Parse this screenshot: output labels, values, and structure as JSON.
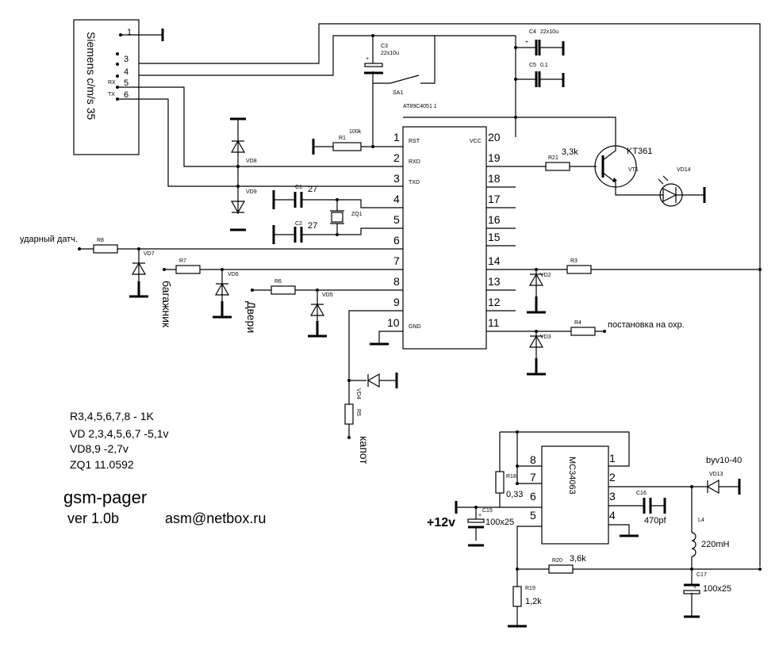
{
  "phone": {
    "label": "Siemens c/m/s 35",
    "pins": [
      "1",
      "3",
      "4",
      "5",
      "6"
    ],
    "rx": "RX",
    "tx": "TX"
  },
  "mcu": {
    "name": "AT89C4051 1",
    "left_pins": [
      "1",
      "2",
      "3",
      "4",
      "5",
      "6",
      "7",
      "8",
      "9",
      "10"
    ],
    "right_pins": [
      "20",
      "19",
      "18",
      "17",
      "16",
      "15",
      "14",
      "13",
      "12",
      "11"
    ],
    "rst": "RST",
    "rxd": "RXD",
    "txd": "TXD",
    "gnd": "GND",
    "vcc": "VCC"
  },
  "parts": {
    "c3": "C3",
    "c3_val": "22x10u",
    "sa1": "SA1",
    "c4": "C4",
    "c4_val": "22x10u",
    "c5": "C5",
    "c5_val": "0,1",
    "r1": "R1",
    "r1_val": "100k",
    "vd8": "VD8",
    "vd9": "VD9",
    "c1": "C1",
    "c1_val": "27",
    "c2": "C2",
    "c2_val": "27",
    "zq1": "ZQ1",
    "r21": "R21",
    "r21_val": "3,3k",
    "kt": "KT361",
    "vt1": "VT1",
    "vd14": "VD14",
    "r8": "R8",
    "vd7": "VD7",
    "r7": "R7",
    "vd6": "VD6",
    "r6": "R6",
    "vd5": "VD5",
    "r3": "R3",
    "vd2": "VD2",
    "r4": "R4",
    "vd3": "VD3",
    "vd4": "VD4",
    "r5": "R5"
  },
  "inputs": {
    "shock": "ударный датч.",
    "trunk": "багажник",
    "doors": "Двери",
    "hood": "капот",
    "arm": "постановка на охр."
  },
  "notes": {
    "line1": "R3,4,5,6,7,8 - 1K",
    "line2": "VD 2,3,4,5,6,7 -5,1v",
    "line3": "VD8,9 -2,7v",
    "line4": "ZQ1 11.0592",
    "title": "gsm-pager",
    "version": "ver 1.0b",
    "email": "asm@netbox.ru"
  },
  "psu": {
    "chip": "MC34063",
    "pins_left": [
      "8",
      "7",
      "6",
      "5"
    ],
    "pins_right": [
      "1",
      "2",
      "3",
      "4"
    ],
    "r18": "R18",
    "r18_val": "0,33",
    "c15": "C15",
    "c15_val": "100x25",
    "vin": "+12v",
    "c16": "C16",
    "c16_val": "470pf",
    "diode": "byv10-40",
    "vd13": "VD13",
    "l4": "L4",
    "l4_val": "220mH",
    "r20": "R20",
    "r20_val": "3,6k",
    "r19": "R19",
    "r19_val": "1,2k",
    "c17": "C17",
    "c17_val": "100x25"
  }
}
